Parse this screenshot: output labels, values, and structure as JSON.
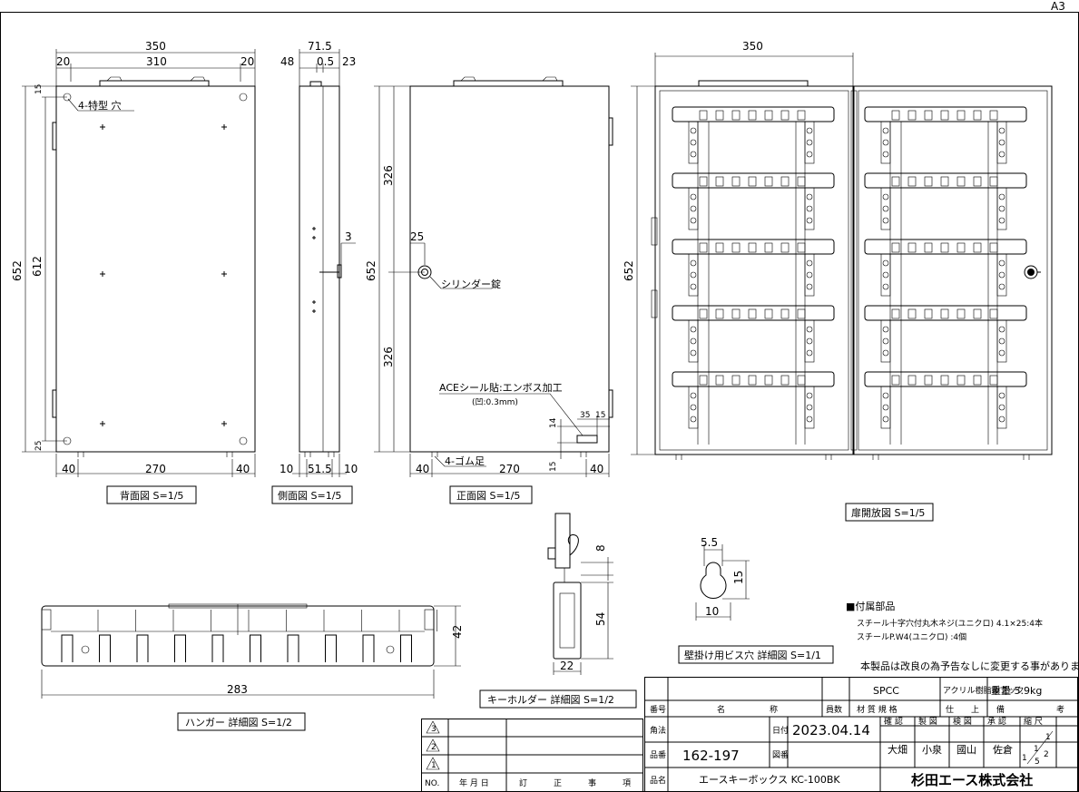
{
  "sheet": {
    "size": "A3"
  },
  "back_view": {
    "caption": "背面図 S=1/5",
    "note": "4-特型 穴",
    "dims": {
      "total_w": "350",
      "edge_l": "20",
      "inner": "310",
      "edge_r": "20",
      "h_total": "652",
      "h_inner": "612",
      "top": "15",
      "bottom": "25",
      "bl": "40",
      "bm": "270",
      "br": "40"
    }
  },
  "side_view": {
    "caption": "側面図 S=1/5",
    "dims": {
      "total": "71.5",
      "d1": "48",
      "d2": "0.5",
      "d3": "23",
      "knob": "3",
      "b1": "10",
      "b2": "51.5",
      "b3": "10"
    }
  },
  "front_view": {
    "caption": "正面図 S=1/5",
    "cylinder": "シリンダー錠",
    "seal": "ACEシール貼:エンボス加工",
    "seal_sub": "(凹:0.3mm)",
    "feet": "4-ゴム足",
    "dims": {
      "h_total": "652",
      "h_up": "326",
      "h_down": "326",
      "cyl": "25",
      "s35": "35",
      "s15": "15",
      "s14": "14",
      "s15b": "15",
      "bl": "40",
      "bm": "270",
      "br": "40"
    }
  },
  "open_view": {
    "caption": "扉開放図 S=1/5",
    "dims": {
      "w": "350",
      "h": "652"
    }
  },
  "hanger": {
    "caption": "ハンガー 詳細図 S=1/2",
    "dims": {
      "w": "283",
      "h": "42"
    }
  },
  "key_holder": {
    "caption": "キーホルダー 詳細図 S=1/2",
    "dims": {
      "a": "8",
      "b": "54",
      "w": "22"
    }
  },
  "screw_hole": {
    "caption": "壁掛け用ビス穴 詳細図 S=1/1",
    "dims": {
      "a": "5.5",
      "b": "15",
      "c": "10"
    }
  },
  "accessories": {
    "title": "■付属部品",
    "items": [
      "スチール十字穴付丸木ネジ(ユニクロ) 4.1×25:4本",
      "スチールP.W4(ユニクロ) :4個"
    ],
    "disclaimer": "本製品は改良の為予告なしに変更する事があります。"
  },
  "title_block": {
    "material_top": "SPCC",
    "acrylic": "アクリル樹脂製ブック",
    "weight": "重量 5.9kg",
    "hdr": [
      "番号",
      "名",
      "称",
      "員数",
      "材 質 規 格",
      "仕",
      "上",
      "備",
      "考"
    ],
    "angle": "角法",
    "date_label": "日付",
    "date": "2023.04.14",
    "code_label": "品番",
    "code": "162-197",
    "dwg_label": "図番",
    "name_label": "品名",
    "name": "エースキーボックス KC-100BK",
    "roles": [
      "確 認",
      "製 図",
      "検 図",
      "承 認",
      "縮 尺"
    ],
    "people": [
      "大畑",
      "小泉",
      "國山",
      "佐倉"
    ],
    "scale": [
      "1",
      "1",
      "1",
      "2",
      "5"
    ],
    "company": "杉田エース株式会社",
    "rev_marks": [
      "3",
      "2",
      "1"
    ],
    "rev_hdr": [
      "NO.",
      "年 月 日",
      "訂",
      "正",
      "事",
      "項"
    ]
  }
}
